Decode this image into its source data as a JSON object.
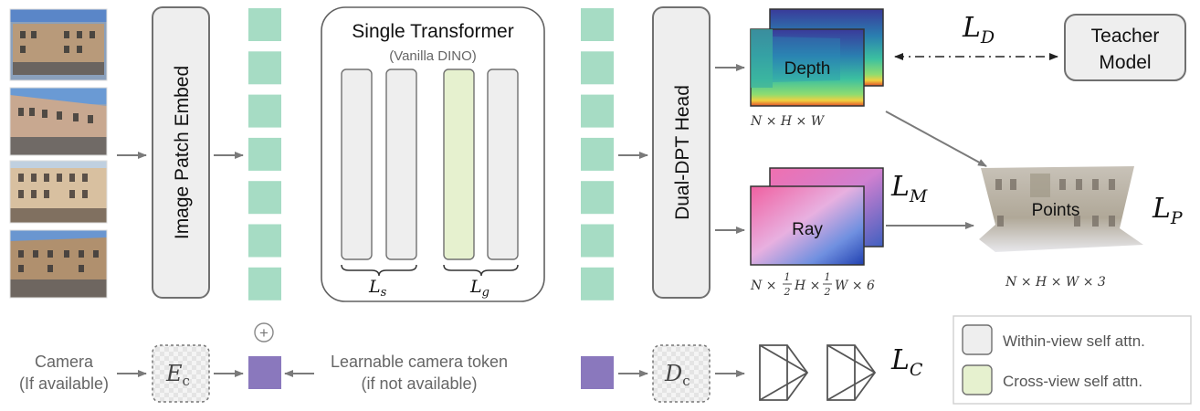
{
  "colors": {
    "token_green": "#a6dcc4",
    "camera_token": "#8a78bd",
    "within_view": "#eeeeee",
    "cross_view": "#e6f1cf",
    "box_stroke": "#707070",
    "arrow": "#7a7a7a"
  },
  "image_patch_embed": "Image Patch Embed",
  "transformer": {
    "title": "Single Transformer",
    "subtitle": "(Vanilla DINO)",
    "brace_left": "L",
    "brace_left_sub": "s",
    "brace_right": "L",
    "brace_right_sub": "g"
  },
  "dpt_head": "Dual-DPT Head",
  "depth": {
    "label": "Depth",
    "dims": "N × H × W"
  },
  "ray": {
    "label": "Ray",
    "dims_n": "N ×",
    "dims_h": "H ×",
    "dims_w": "W × 6",
    "frac_num": "1",
    "frac_den": "2"
  },
  "points": {
    "label": "Points",
    "dims": "N × H × W × 3"
  },
  "teacher": {
    "line1": "Teacher",
    "line2": "Model"
  },
  "losses": {
    "script": "L",
    "d": "D",
    "m": "M",
    "p": "P",
    "c": "C"
  },
  "camera": {
    "line1": "Camera",
    "line2": "(If available)",
    "encoder": "E",
    "encoder_sub": "c",
    "decoder": "D",
    "decoder_sub": "c",
    "plus": "+",
    "token_line1": "Learnable camera token",
    "token_line2": "(if not available)"
  },
  "legend": {
    "within": "Within-view self attn.",
    "cross": "Cross-view self attn."
  }
}
